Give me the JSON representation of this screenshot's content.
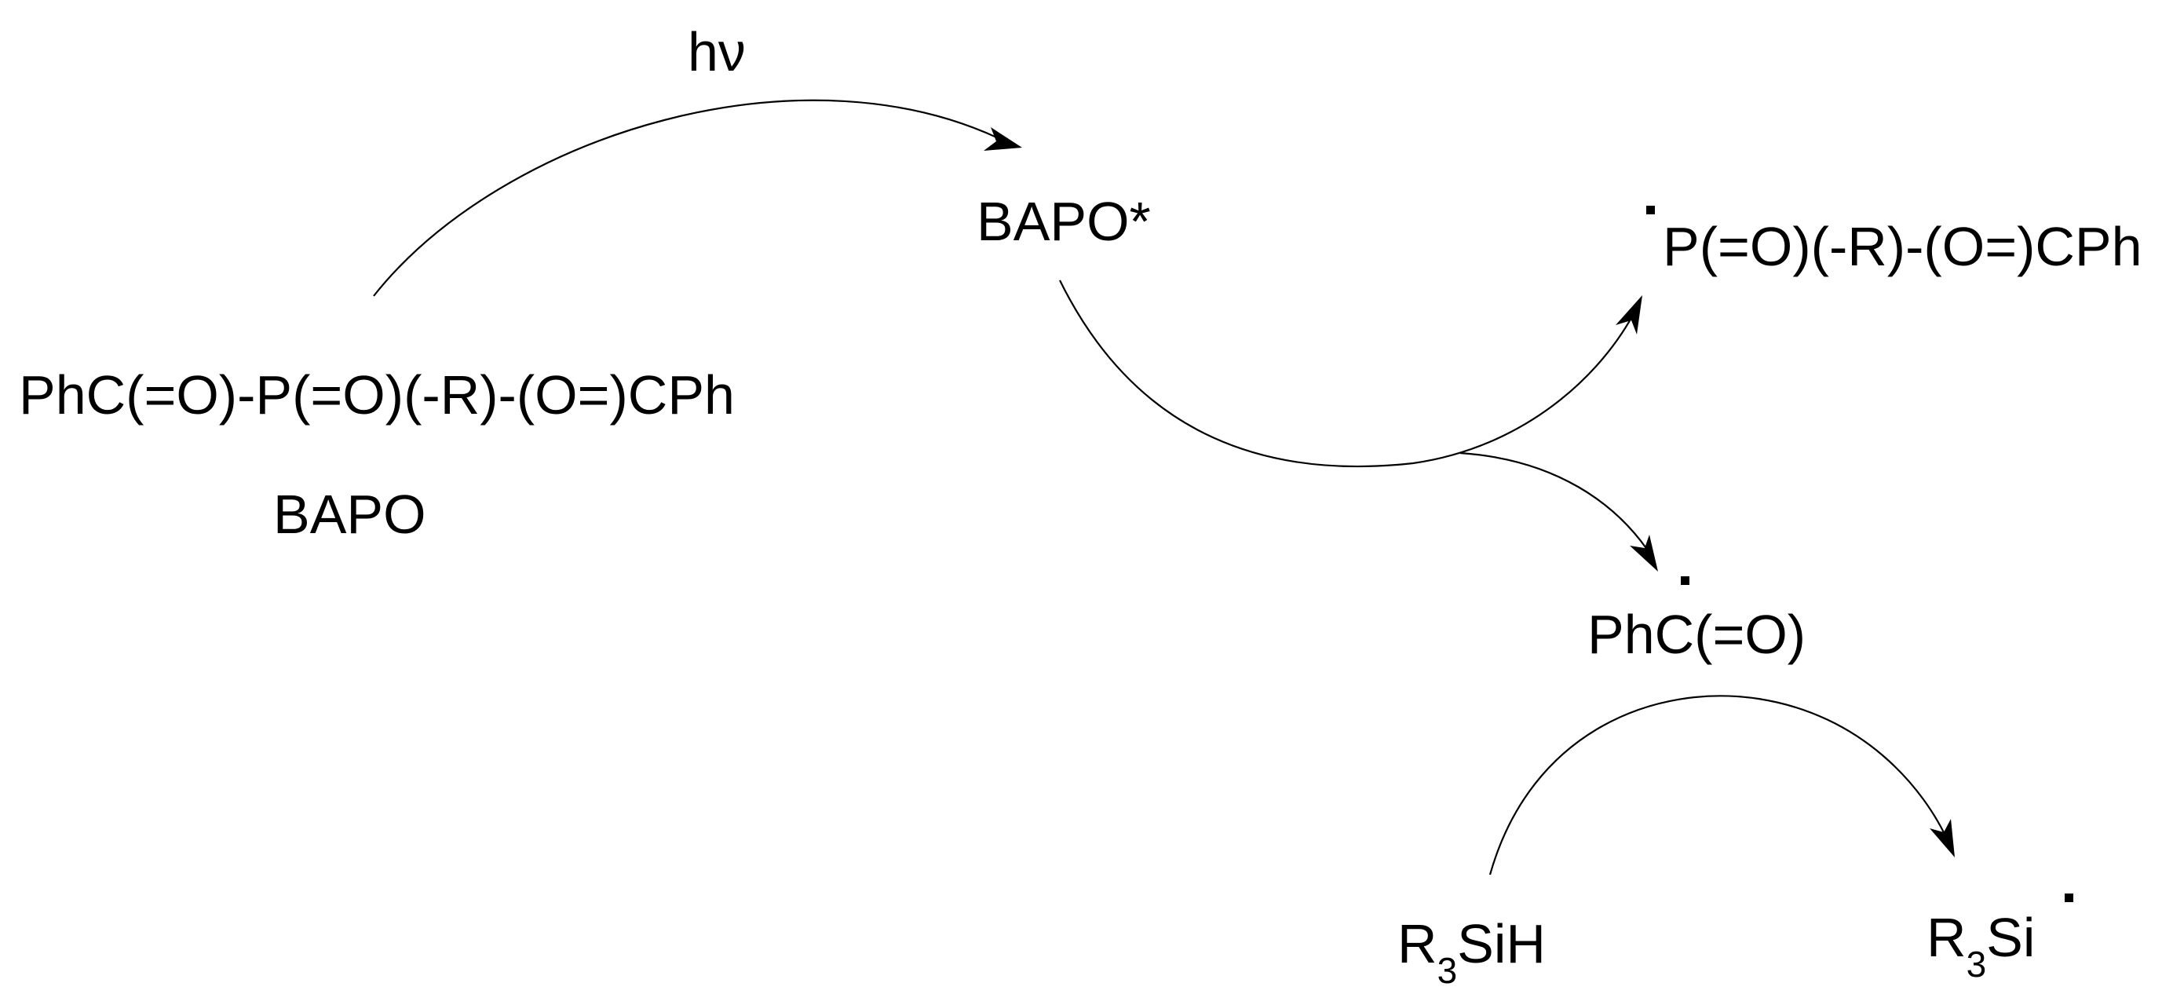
{
  "species": {
    "bapo_formula": "PhC(=O)-P(=O)(-R)-(O=)CPh",
    "bapo_name": "BAPO",
    "light": "hν",
    "excited": "BAPO*",
    "phosphinoyl_radical": "P(=O)(-R)-(O=)CPh",
    "benzoyl_radical": "PhC(=O)",
    "silane": {
      "r": "R",
      "sub": "3",
      "rest": "SiH"
    },
    "silyl_radical": {
      "r": "R",
      "sub": "3",
      "rest": "Si"
    }
  },
  "colors": {
    "ink": "#000000",
    "background": "#ffffff"
  }
}
